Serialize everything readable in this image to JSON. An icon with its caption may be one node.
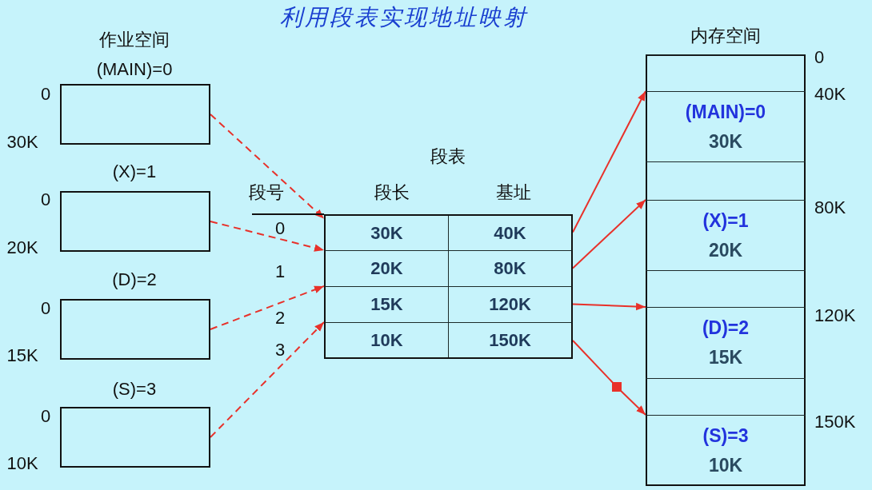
{
  "diagram": {
    "title": "利用段表实现地址映射",
    "nodes": [
      {
        "text": [
          "(MAIN)=0"
        ],
        "beside": [
          "0",
          "30K"
        ]
      },
      {
        "text": [
          "(X)=1"
        ],
        "beside": [
          "0",
          "20K"
        ]
      },
      {
        "text": [
          "(D)=2"
        ],
        "beside": [
          "0",
          "15K"
        ]
      },
      {
        "text": [
          "(S)=3"
        ],
        "beside": [
          "0",
          "10K"
        ]
      },
      {
        "text": [
          "段表"
        ]
      },
      {
        "text": [
          "30K",
          "40K"
        ],
        "in": 4
      },
      {
        "text": [
          "20K",
          "80K"
        ],
        "in": 4
      },
      {
        "text": [
          "15K",
          "120K"
        ],
        "in": 4
      },
      {
        "text": [
          "10K",
          "150K"
        ],
        "in": 4
      },
      {
        "text": [
          "内存空间"
        ]
      },
      {
        "text": [],
        "shape": "box",
        "in": 9
      },
      {
        "text": [
          "(MAIN)=0",
          "30K"
        ],
        "in": 9
      },
      {
        "text": [],
        "shape": "box",
        "in": 9
      },
      {
        "text": [
          "(X)=1",
          "20K"
        ],
        "in": 9
      },
      {
        "text": [],
        "shape": "box",
        "in": 9
      },
      {
        "text": [
          "(D)=2",
          "15K"
        ],
        "in": 9
      },
      {
        "text": [],
        "shape": "box",
        "in": 9
      },
      {
        "text": [
          "(S)=3",
          "10K"
        ],
        "in": 9
      }
    ],
    "edges": [
      {
        "from": 0,
        "to": 5,
        "arrow": "to",
        "style": "dashed"
      },
      {
        "from": 1,
        "to": 6,
        "arrow": "to",
        "style": "dashed"
      },
      {
        "from": 2,
        "to": 7,
        "arrow": "to",
        "style": "dashed"
      },
      {
        "from": 3,
        "to": 8,
        "arrow": "to",
        "style": "dashed"
      },
      {
        "from": 5,
        "to": 11,
        "arrow": "to"
      },
      {
        "from": 6,
        "to": 13,
        "arrow": "to"
      },
      {
        "from": 7,
        "to": 15,
        "arrow": "to"
      },
      {
        "from": 8,
        "to": 17,
        "arrow": "to"
      }
    ],
    "labels": [
      "作业空间",
      "段号",
      "段长",
      "基址",
      "0",
      "1",
      "2",
      "3",
      "0",
      "40K",
      "80K",
      "120K",
      "150K"
    ]
  }
}
